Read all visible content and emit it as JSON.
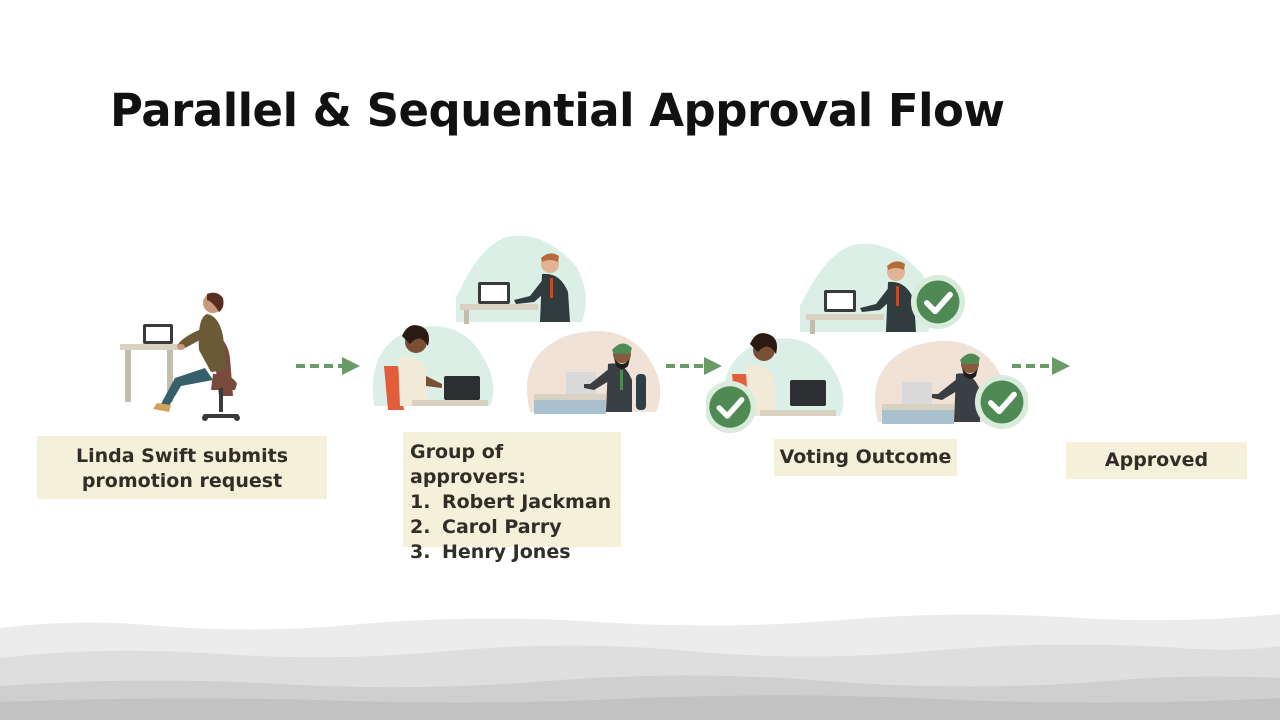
{
  "title": "Parallel & Sequential Approval Flow",
  "steps": {
    "submit": {
      "line1": "Linda Swift submits",
      "line2": "promotion request"
    },
    "group": {
      "heading": "Group of approvers:",
      "approvers": [
        {
          "num": "1.",
          "name": "Robert Jackman"
        },
        {
          "num": "2.",
          "name": "Carol Parry"
        },
        {
          "num": "3.",
          "name": "Henry Jones"
        }
      ]
    },
    "voting": {
      "label": "Voting Outcome"
    },
    "approved": {
      "label": "Approved"
    }
  },
  "icons": [
    "person-at-desk-icon",
    "checkmark-icon",
    "dashed-arrow-icon"
  ],
  "colors": {
    "label_bg": "#f5f0da",
    "label_text": "#312d27",
    "arrow": "#6a9a68",
    "check_fill": "#4f8a55",
    "blob_green": "#dcefe7",
    "blob_peach": "#f1e2d7"
  }
}
